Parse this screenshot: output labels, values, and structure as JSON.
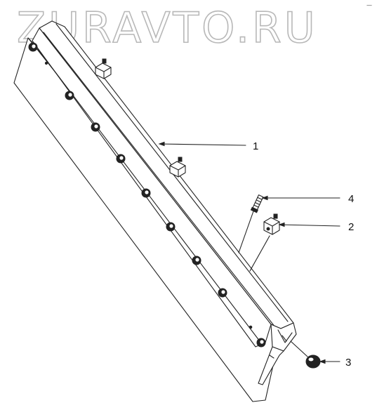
{
  "watermark": "ZURAVTO.RU",
  "corner_mark": "—",
  "callouts": [
    {
      "label": "1"
    },
    {
      "label": "4"
    },
    {
      "label": "2"
    },
    {
      "label": "3"
    }
  ]
}
